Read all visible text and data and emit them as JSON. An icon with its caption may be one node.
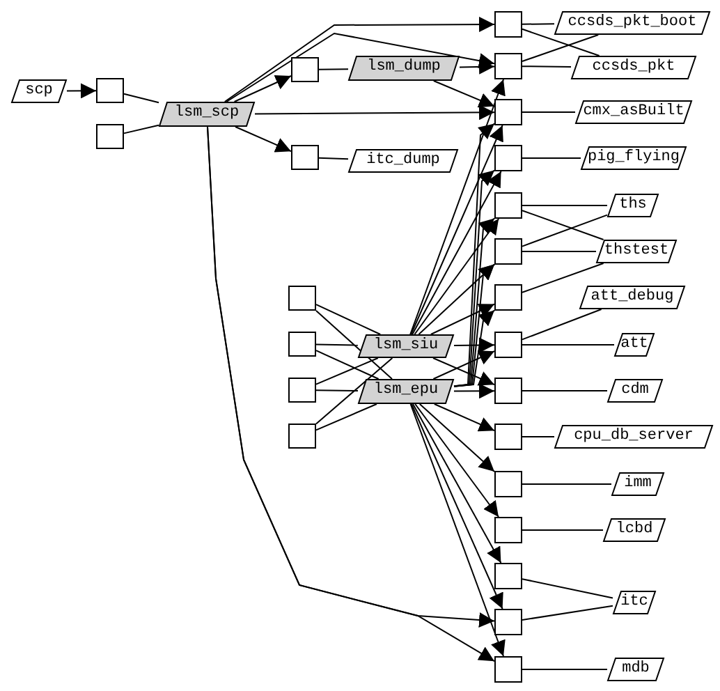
{
  "diagram": {
    "nodes": [
      {
        "text": [
          "scp"
        ]
      },
      {
        "text": [],
        "shape": "box"
      },
      {
        "text": [],
        "shape": "box"
      },
      {
        "text": [
          "lsm_scp"
        ]
      },
      {
        "text": [],
        "shape": "box"
      },
      {
        "text": [
          "lsm_dump"
        ]
      },
      {
        "text": [],
        "shape": "box"
      },
      {
        "text": [
          "itc_dump"
        ]
      },
      {
        "text": [],
        "shape": "box"
      },
      {
        "text": [],
        "shape": "box"
      },
      {
        "text": [
          "lsm_siu"
        ]
      },
      {
        "text": [],
        "shape": "box"
      },
      {
        "text": [
          "lsm_epu"
        ]
      },
      {
        "text": [],
        "shape": "box"
      },
      {
        "text": [],
        "shape": "box"
      },
      {
        "text": [],
        "shape": "box"
      },
      {
        "text": [],
        "shape": "box"
      },
      {
        "text": [],
        "shape": "box"
      },
      {
        "text": [],
        "shape": "box"
      },
      {
        "text": [],
        "shape": "box"
      },
      {
        "text": [],
        "shape": "box"
      },
      {
        "text": [],
        "shape": "box"
      },
      {
        "text": [],
        "shape": "box"
      },
      {
        "text": [],
        "shape": "box"
      },
      {
        "text": [],
        "shape": "box"
      },
      {
        "text": [],
        "shape": "box"
      },
      {
        "text": [],
        "shape": "box"
      },
      {
        "text": [],
        "shape": "box"
      },
      {
        "text": [],
        "shape": "box"
      },
      {
        "text": [
          "ccsds_pkt_boot"
        ]
      },
      {
        "text": [
          "ccsds_pkt"
        ]
      },
      {
        "text": [
          "cmx_asBuilt"
        ]
      },
      {
        "text": [
          "pig_flying"
        ]
      },
      {
        "text": [
          "ths"
        ]
      },
      {
        "text": [
          "thstest"
        ]
      },
      {
        "text": [
          "att_debug"
        ]
      },
      {
        "text": [
          "att"
        ]
      },
      {
        "text": [
          "cdm"
        ]
      },
      {
        "text": [
          "cpu_db_server"
        ]
      },
      {
        "text": [
          "imm"
        ]
      },
      {
        "text": [
          "lcbd"
        ]
      },
      {
        "text": [
          "itc"
        ]
      },
      {
        "text": [
          "mdb"
        ]
      }
    ],
    "edges": [
      {
        "from": 0,
        "to": 1,
        "arrow": "to"
      },
      {
        "from": 1,
        "to": 3,
        "arrow": "none"
      },
      {
        "from": 2,
        "to": 3,
        "arrow": "none"
      },
      {
        "from": 3,
        "to": 4,
        "arrow": "to"
      },
      {
        "from": 3,
        "to": 6,
        "arrow": "to"
      },
      {
        "from": 4,
        "to": 5,
        "arrow": "none"
      },
      {
        "from": 6,
        "to": 7,
        "arrow": "none"
      },
      {
        "from": 3,
        "to": 14,
        "arrow": "to"
      },
      {
        "from": 3,
        "to": 15,
        "arrow": "to"
      },
      {
        "from": 3,
        "to": 16,
        "arrow": "to"
      },
      {
        "from": 3,
        "to": 27,
        "arrow": "to"
      },
      {
        "from": 3,
        "to": 28,
        "arrow": "to"
      },
      {
        "from": 5,
        "to": 15,
        "arrow": "to"
      },
      {
        "from": 5,
        "to": 16,
        "arrow": "to"
      },
      {
        "from": 8,
        "to": 10,
        "arrow": "none"
      },
      {
        "from": 8,
        "to": 12,
        "arrow": "none"
      },
      {
        "from": 9,
        "to": 10,
        "arrow": "none"
      },
      {
        "from": 9,
        "to": 12,
        "arrow": "none"
      },
      {
        "from": 11,
        "to": 10,
        "arrow": "none"
      },
      {
        "from": 11,
        "to": 12,
        "arrow": "none"
      },
      {
        "from": 13,
        "to": 10,
        "arrow": "none"
      },
      {
        "from": 13,
        "to": 12,
        "arrow": "none"
      },
      {
        "from": 10,
        "to": 15,
        "arrow": "to"
      },
      {
        "from": 10,
        "to": 16,
        "arrow": "to"
      },
      {
        "from": 10,
        "to": 17,
        "arrow": "to"
      },
      {
        "from": 10,
        "to": 18,
        "arrow": "to"
      },
      {
        "from": 10,
        "to": 19,
        "arrow": "to"
      },
      {
        "from": 10,
        "to": 20,
        "arrow": "to"
      },
      {
        "from": 10,
        "to": 21,
        "arrow": "to"
      },
      {
        "from": 10,
        "to": 22,
        "arrow": "to"
      },
      {
        "from": 12,
        "to": 16,
        "arrow": "to"
      },
      {
        "from": 12,
        "to": 17,
        "arrow": "to"
      },
      {
        "from": 12,
        "to": 18,
        "arrow": "to"
      },
      {
        "from": 12,
        "to": 19,
        "arrow": "to"
      },
      {
        "from": 12,
        "to": 20,
        "arrow": "to"
      },
      {
        "from": 12,
        "to": 21,
        "arrow": "to"
      },
      {
        "from": 12,
        "to": 22,
        "arrow": "to"
      },
      {
        "from": 12,
        "to": 23,
        "arrow": "to"
      },
      {
        "from": 12,
        "to": 24,
        "arrow": "to"
      },
      {
        "from": 12,
        "to": 25,
        "arrow": "to"
      },
      {
        "from": 12,
        "to": 26,
        "arrow": "to"
      },
      {
        "from": 12,
        "to": 27,
        "arrow": "to"
      },
      {
        "from": 12,
        "to": 28,
        "arrow": "to"
      },
      {
        "from": 14,
        "to": 29,
        "arrow": "none"
      },
      {
        "from": 14,
        "to": 30,
        "arrow": "none"
      },
      {
        "from": 15,
        "to": 29,
        "arrow": "none"
      },
      {
        "from": 15,
        "to": 30,
        "arrow": "none"
      },
      {
        "from": 16,
        "to": 31,
        "arrow": "none"
      },
      {
        "from": 17,
        "to": 32,
        "arrow": "none"
      },
      {
        "from": 18,
        "to": 33,
        "arrow": "none"
      },
      {
        "from": 18,
        "to": 34,
        "arrow": "none"
      },
      {
        "from": 19,
        "to": 33,
        "arrow": "none"
      },
      {
        "from": 19,
        "to": 34,
        "arrow": "none"
      },
      {
        "from": 20,
        "to": 34,
        "arrow": "none"
      },
      {
        "from": 21,
        "to": 35,
        "arrow": "none"
      },
      {
        "from": 21,
        "to": 36,
        "arrow": "none"
      },
      {
        "from": 22,
        "to": 37,
        "arrow": "none"
      },
      {
        "from": 23,
        "to": 38,
        "arrow": "none"
      },
      {
        "from": 24,
        "to": 39,
        "arrow": "none"
      },
      {
        "from": 25,
        "to": 40,
        "arrow": "none"
      },
      {
        "from": 26,
        "to": 41,
        "arrow": "none"
      },
      {
        "from": 27,
        "to": 41,
        "arrow": "none"
      },
      {
        "from": 28,
        "to": 42,
        "arrow": "none"
      }
    ]
  }
}
